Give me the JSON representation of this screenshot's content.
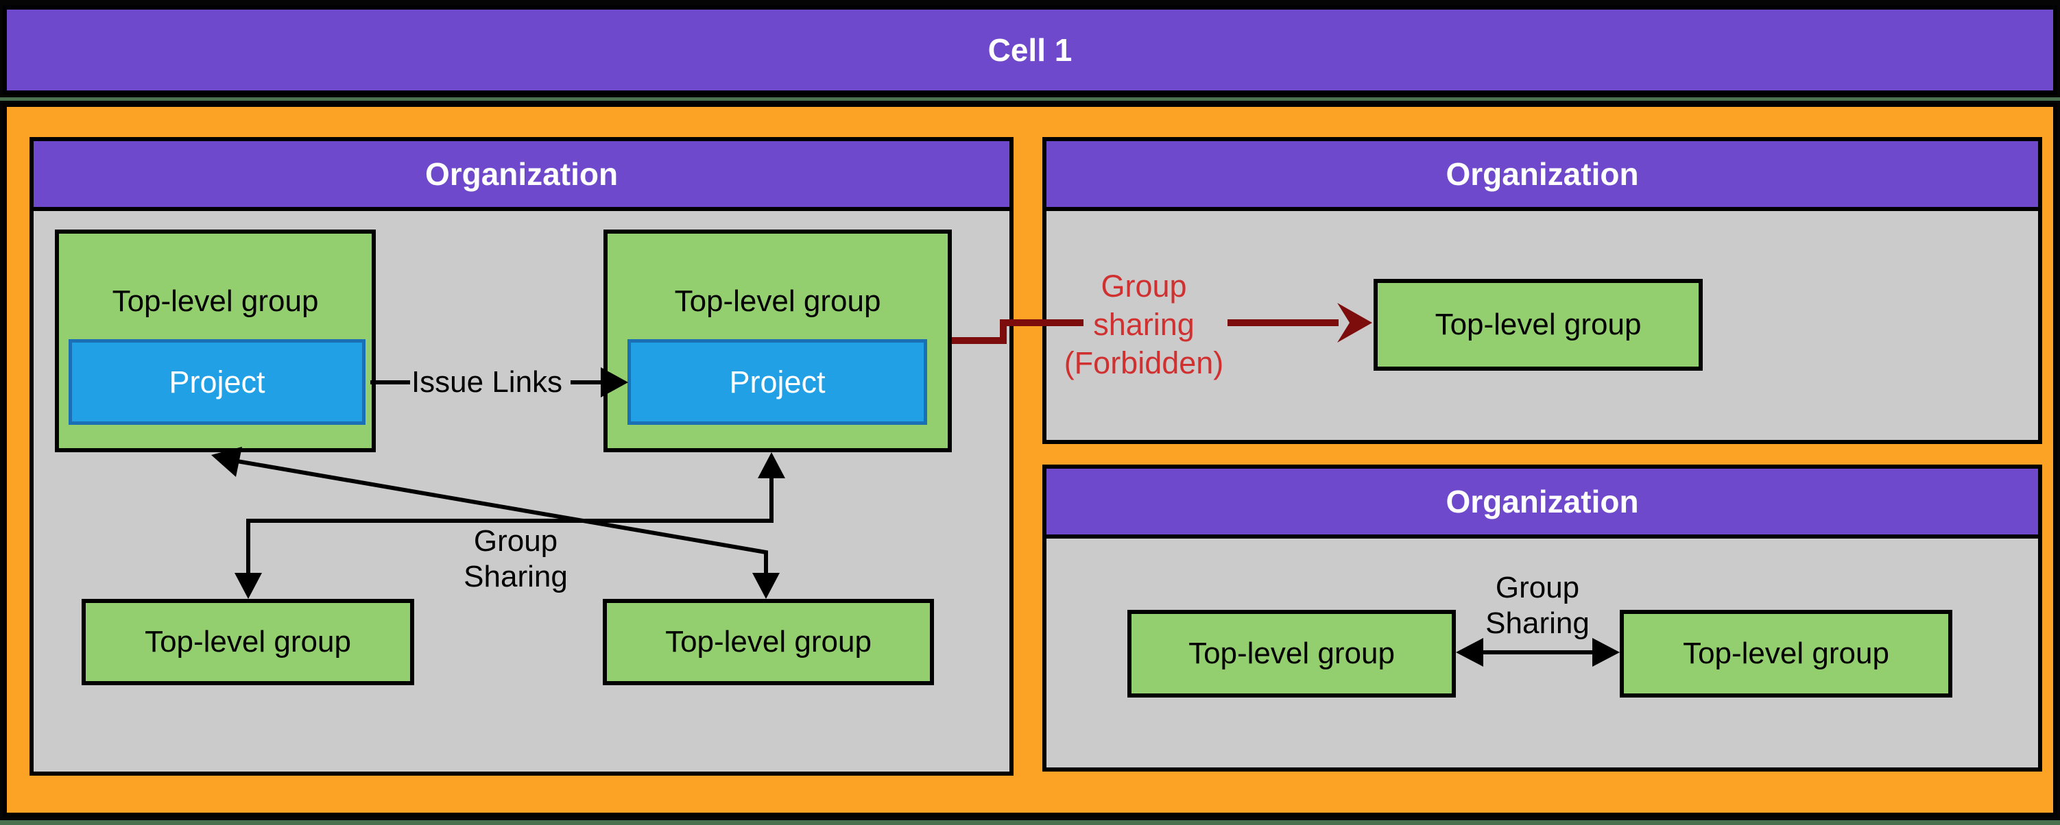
{
  "cell": {
    "title": "Cell 1"
  },
  "left_org": {
    "title": "Organization",
    "groups": {
      "top_left": "Top-level group",
      "top_right": "Top-level group",
      "bottom_left": "Top-level group",
      "bottom_right": "Top-level group"
    },
    "projects": {
      "left": "Project",
      "right": "Project"
    },
    "labels": {
      "issue_links": "Issue Links",
      "group_sharing_line1": "Group",
      "group_sharing_line2": "Sharing"
    }
  },
  "right_top_org": {
    "title": "Organization",
    "group": "Top-level group",
    "forbidden_line1": "Group",
    "forbidden_line2": "sharing",
    "forbidden_line3": "(Forbidden)"
  },
  "right_bottom_org": {
    "title": "Organization",
    "groups": {
      "left": "Top-level group",
      "right": "Top-level group"
    },
    "labels": {
      "group_sharing_line1": "Group",
      "group_sharing_line2": "Sharing"
    }
  },
  "colors": {
    "purple": "#6e49cb",
    "orange": "#fca326",
    "green": "#93ce6f",
    "blue": "#21a0e6",
    "blue_border": "#1b6fb5",
    "gray_body": "#cbcbcb",
    "black": "#000000",
    "maroon_arrow": "#7d0d0d",
    "red_text": "#d03030",
    "divider_green": "#4a7250"
  }
}
